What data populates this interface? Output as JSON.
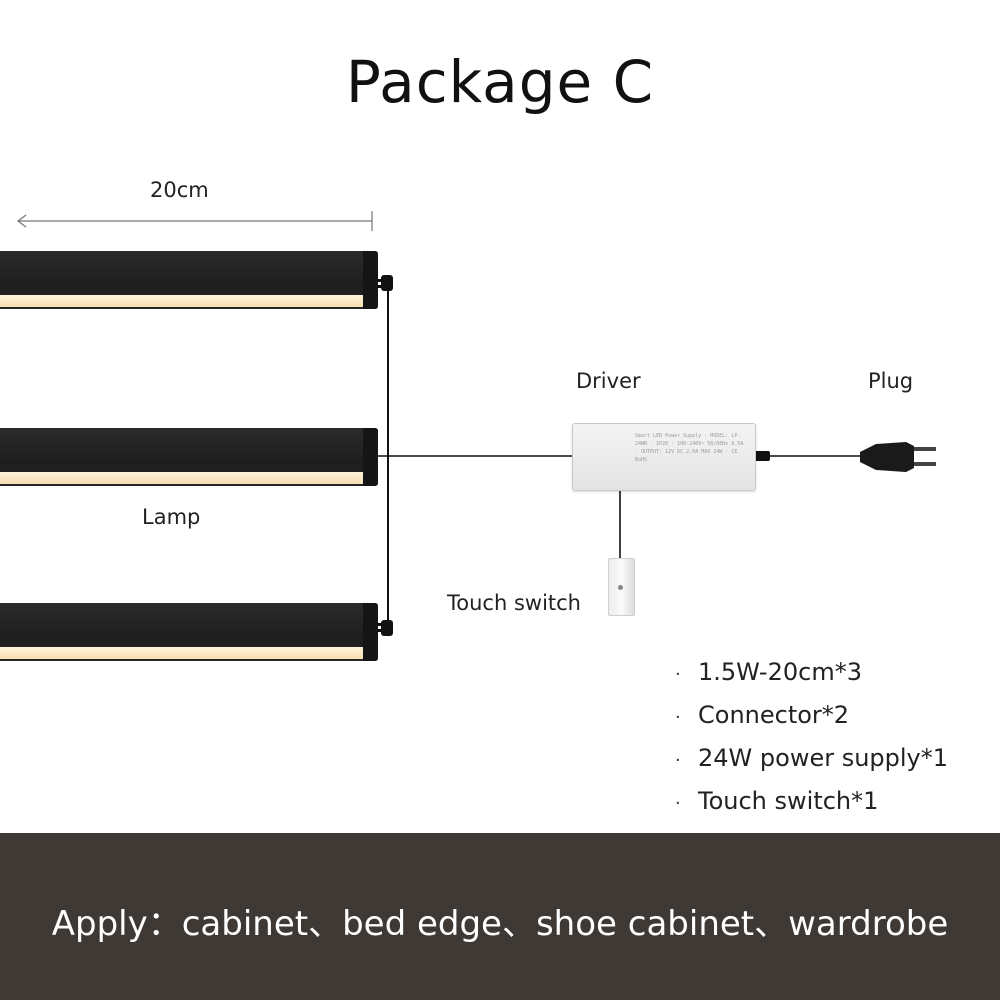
{
  "title": "Package C",
  "dimension": {
    "label": "20cm"
  },
  "labels": {
    "lamp": "Lamp",
    "driver": "Driver",
    "plug": "Plug",
    "touch_switch": "Touch switch"
  },
  "driver_label_text": "Smart LED Power Supply · MODEL: LP-24WB · IP20 · 100-240V~ 50/60Hz 0.5A · OUTPUT: 12V DC 2.0A MAX 24W · CE RoHS",
  "specs": [
    {
      "bullet": "·",
      "text": "1.5W-20cm*3"
    },
    {
      "bullet": "·",
      "text": "Connector*2"
    },
    {
      "bullet": "·",
      "text": "24W power supply*1"
    },
    {
      "bullet": "·",
      "text": "Touch switch*1"
    }
  ],
  "footer": {
    "text": "Apply：cabinet、bed edge、shoe cabinet、wardrobe"
  },
  "colors": {
    "lamp_body": "#222222",
    "lamp_glow": "#f6deb0",
    "footer_bg": "#3e3935",
    "footer_text": "#ffffff"
  }
}
